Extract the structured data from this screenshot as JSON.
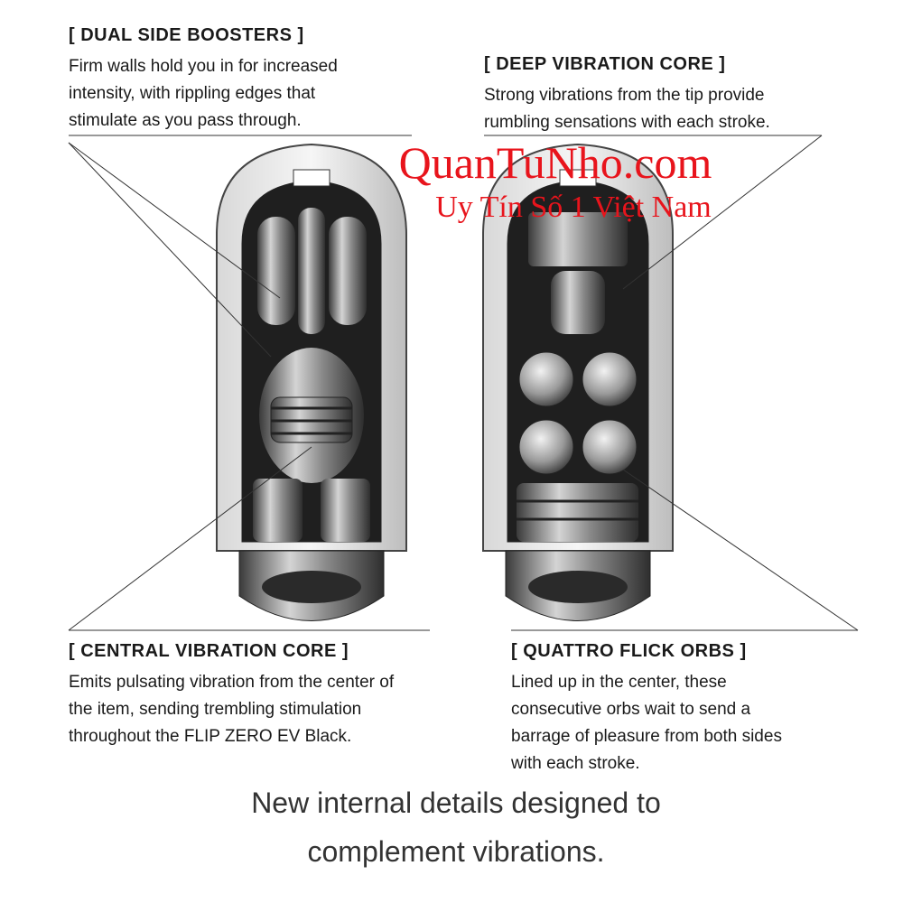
{
  "features": [
    {
      "title": "[ DUAL SIDE BOOSTERS ]",
      "lines": [
        "Firm walls hold you in for increased",
        "intensity, with rippling edges that",
        "stimulate as you pass through."
      ]
    },
    {
      "title": "[ DEEP VIBRATION CORE ]",
      "lines": [
        "Strong vibrations from the tip provide",
        "rumbling sensations with each stroke."
      ]
    },
    {
      "title": "[ CENTRAL VIBRATION CORE ]",
      "lines": [
        "Emits pulsating vibration from the center of",
        "the item, sending trembling stimulation",
        "throughout the FLIP ZERO EV Black."
      ]
    },
    {
      "title": "[ QUATTRO FLICK ORBS ]",
      "lines": [
        "Lined up in the center, these",
        "consecutive orbs wait to send a",
        "barrage of pleasure from both sides",
        "with each stroke."
      ]
    }
  ],
  "tagline": [
    "New internal details designed to",
    "complement vibrations."
  ],
  "watermark": [
    "QuanTuNho.com",
    "Uy Tín Số 1 Việt Nam"
  ]
}
